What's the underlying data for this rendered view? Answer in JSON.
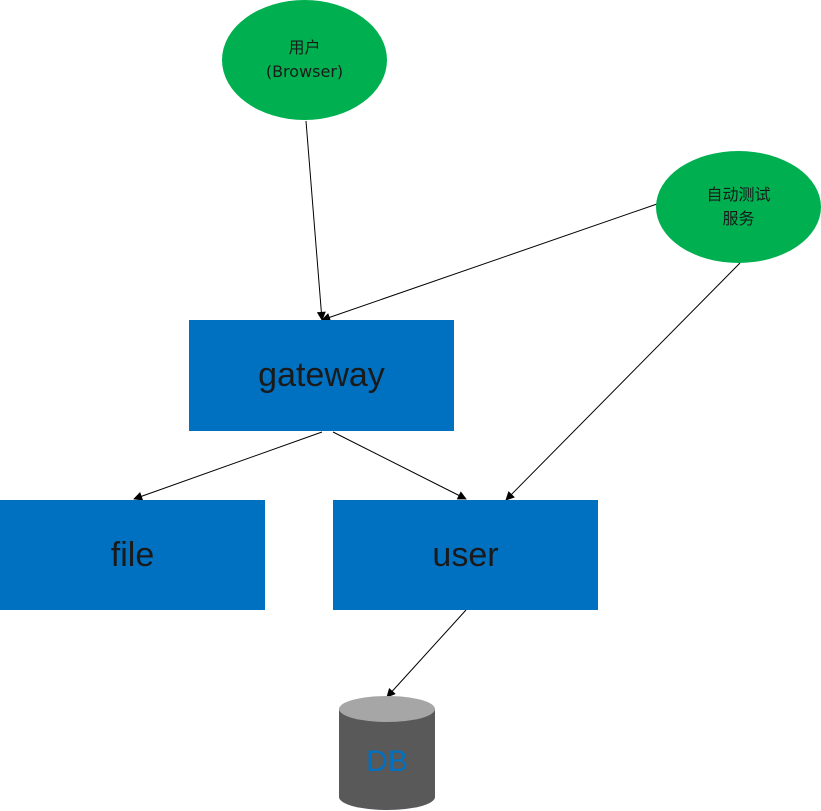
{
  "colors": {
    "box_fill": "#0070c0",
    "box_text": "#1a1a1a",
    "ellipse_fill": "#00b050",
    "ellipse_text": "#1a1a1a",
    "db_body": "#595959",
    "db_top": "#a6a6a6",
    "db_text": "#0070c0",
    "edge": "#000000"
  },
  "nodes": {
    "browser": {
      "line1": "用户",
      "line2": "(Browser)"
    },
    "autotest": {
      "line1": "自动测试",
      "line2": "服务"
    },
    "gateway": {
      "label": "gateway"
    },
    "file": {
      "label": "file"
    },
    "user": {
      "label": "user"
    },
    "db": {
      "label": "DB"
    }
  },
  "edges": [
    {
      "from": "browser",
      "to": "gateway"
    },
    {
      "from": "autotest",
      "to": "gateway"
    },
    {
      "from": "autotest",
      "to": "user"
    },
    {
      "from": "gateway",
      "to": "file"
    },
    {
      "from": "gateway",
      "to": "user"
    },
    {
      "from": "user",
      "to": "db"
    }
  ]
}
